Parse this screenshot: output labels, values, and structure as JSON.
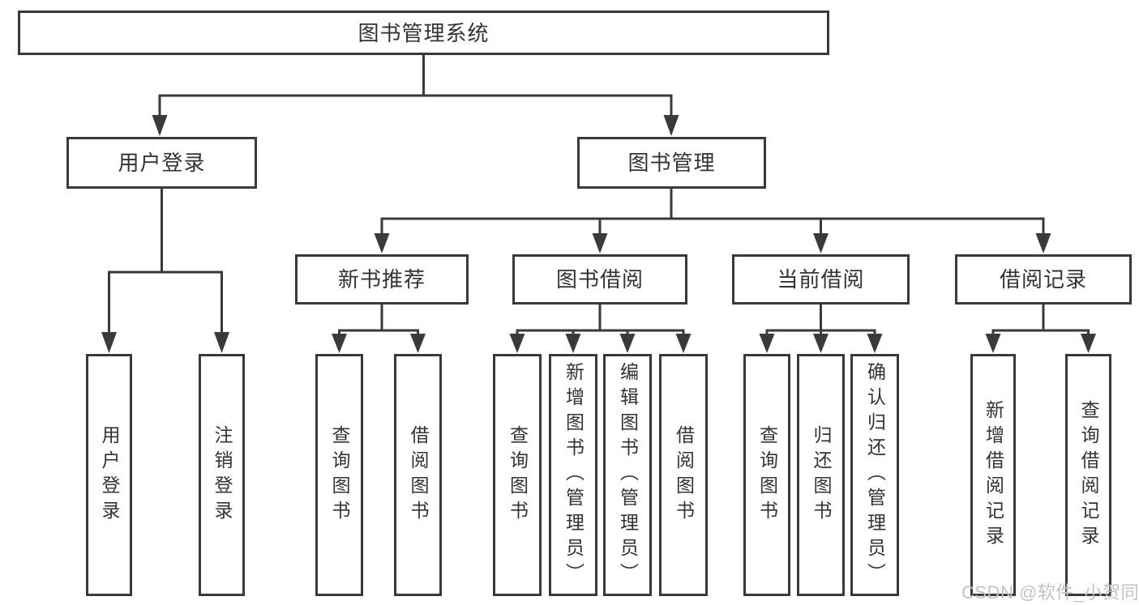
{
  "colors": {
    "line": "#3a3a3a",
    "box_border": "#3a3a3a",
    "text": "#333333",
    "watermark": "#c2c2c2",
    "background": "#ffffff"
  },
  "tree": {
    "root": {
      "label": "图书管理系统"
    },
    "branches": [
      {
        "label": "用户登录",
        "children": [
          {
            "label": "用户登录"
          },
          {
            "label": "注销登录"
          }
        ]
      },
      {
        "label": "图书管理",
        "groups": [
          {
            "label": "新书推荐",
            "children": [
              {
                "label": "查询图书"
              },
              {
                "label": "借阅图书"
              }
            ]
          },
          {
            "label": "图书借阅",
            "children": [
              {
                "label": "查询图书"
              },
              {
                "label": "新增图书（管理员）"
              },
              {
                "label": "编辑图书（管理员）"
              },
              {
                "label": "借阅图书"
              }
            ]
          },
          {
            "label": "当前借阅",
            "children": [
              {
                "label": "查询图书"
              },
              {
                "label": "归还图书"
              },
              {
                "label": "确认归还（管理员）"
              }
            ]
          },
          {
            "label": "借阅记录",
            "children": [
              {
                "label": "新增借阅记录"
              },
              {
                "label": "查询借阅记录"
              }
            ]
          }
        ]
      }
    ]
  },
  "watermark": "CSDN @软件_小贺同学"
}
